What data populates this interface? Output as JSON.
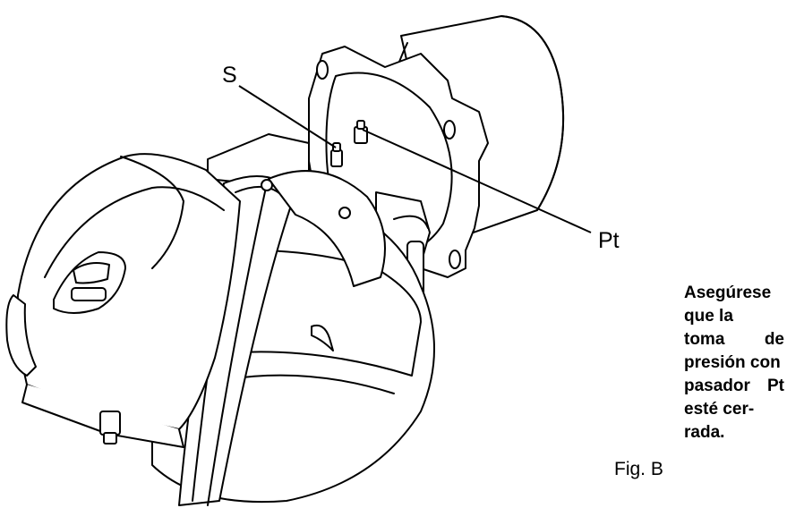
{
  "figure": {
    "labels": {
      "s": "S",
      "pt": "Pt"
    },
    "caption": "Fig. B",
    "note": {
      "lines": [
        "Asegúrese que la",
        "toma de presión con",
        "pasador Pt esté cer-",
        "rada."
      ]
    }
  },
  "colors": {
    "stroke": "#000000",
    "fill": "#ffffff"
  }
}
